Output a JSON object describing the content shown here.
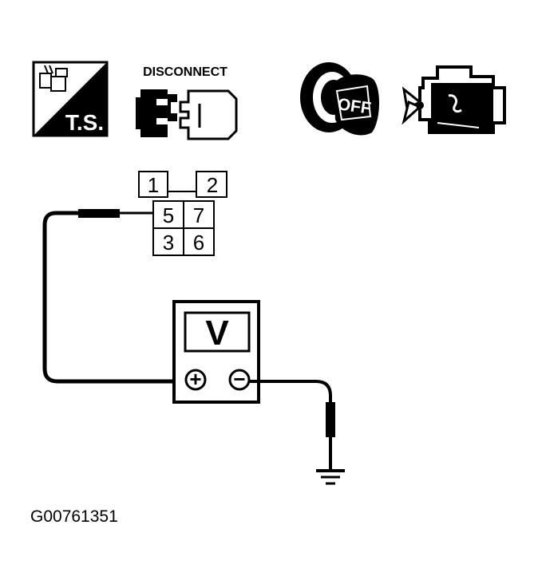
{
  "icons": {
    "troubleshooting": {
      "icon": "ts-connector-icon",
      "label": "T.S."
    },
    "disconnect": {
      "icon": "connector-disconnect-icon",
      "label": "DISCONNECT"
    },
    "ignition": {
      "icon": "ignition-key-off-icon",
      "label": "OFF"
    },
    "engine": {
      "icon": "engine-icon"
    }
  },
  "connector": {
    "pins": [
      "1",
      "2",
      "5",
      "7",
      "3",
      "6"
    ]
  },
  "voltmeter": {
    "display": "V",
    "positive": "+",
    "negative": "−"
  },
  "figure_id": "G00761351",
  "colors": {
    "ink": "#000000",
    "paper": "#ffffff"
  }
}
